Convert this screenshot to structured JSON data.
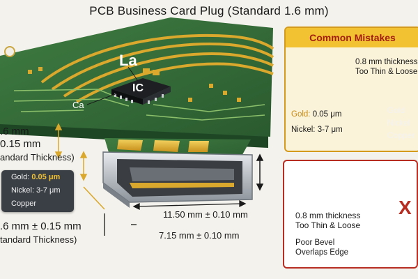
{
  "title": "PCB Business Card Plug (Standard 1.6 mm)",
  "board": {
    "chip_label": "IC",
    "label_la": "La",
    "label_ca": "Ca"
  },
  "dimensions": {
    "thickness_cut_value": ".6 mm",
    "thickness_cut_tol": "0.15 mm",
    "thickness_cut_note": "andard Thickness)",
    "thickness_bottom": ".6 mm ± 0.15 mm",
    "thickness_bottom_note": "tandard Thickness)",
    "width_inner": "11.50 mm ± 0.10 mm",
    "width_outer": "7.15 mm ± 0.10 mm"
  },
  "plating": {
    "gold": "Gold: 0.05 μm",
    "gold_name": "Gold: ",
    "gold_value": "0.05 μm",
    "nickel": "Nickel: 3-7 μm",
    "copper": "Copper"
  },
  "mistakes_panel": {
    "heading": "Common Mistakes",
    "thin_line1": "0.8 mm thickness",
    "thin_line2": "Too Thin & Loose",
    "gold_line": "Gold: 0.05 μm",
    "gold_name": "Gold: ",
    "gold_value": "0.05 μm",
    "nickel_line": "Nickel: 3-7 μm",
    "legend_gold": "Gold",
    "legend_nickel": "Nickel",
    "legend_copper": "Copper"
  },
  "bad_panel": {
    "thin_line1": "0.8 mm thickness",
    "thin_line2": "Too Thin & Loose",
    "bevel_line1": "Poor Bevel",
    "bevel_line2": "Overlaps Edge",
    "mark": "X"
  },
  "colors": {
    "pcb_green": "#2f6b37",
    "trace_gold": "#d9a82c",
    "error_red": "#b82d22",
    "warning_amber": "#f2c233"
  }
}
